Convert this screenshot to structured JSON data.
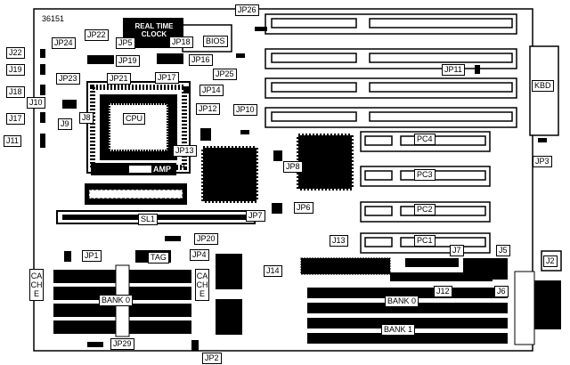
{
  "board_model": "36151",
  "labels": {
    "jp26": "JP26",
    "jp22": "JP22",
    "jp24": "JP24",
    "jp5": "JP5",
    "jp18": "JP18",
    "bios": "BIOS",
    "j22": "J22",
    "j19": "J19",
    "j18": "J18",
    "j10": "J10",
    "j17": "J17",
    "j11": "J11",
    "jp23": "JP23",
    "jp21": "JP21",
    "jp19": "JP19",
    "jp17": "JP17",
    "jp16": "JP16",
    "jp25": "JP25",
    "jp14": "JP14",
    "j8": "J8",
    "j9": "J9",
    "cpu": "CPU",
    "jp12": "JP12",
    "jp10": "JP10",
    "jp13": "JP13",
    "amp": "AMP",
    "sl1": "SL1",
    "jp8": "JP8",
    "jp7": "JP7",
    "jp6": "JP6",
    "pc4": "PC4",
    "pc3": "PC3",
    "pc2": "PC2",
    "pc1": "PC1",
    "jp11": "JP11",
    "kbd": "KBD",
    "jp3": "JP3",
    "jp1": "JP1",
    "jp20": "JP20",
    "tag": "TAG",
    "jp4": "JP4",
    "bank0_left": "BANK 0",
    "cache": "CACHE",
    "j13": "J13",
    "j14": "J14",
    "j7": "J7",
    "j5": "J5",
    "j2": "J2",
    "j12": "J12",
    "j6": "J6",
    "bank0_right": "BANK 0",
    "bank1": "BANK 1",
    "jp29": "JP29",
    "jp2": "JP2"
  },
  "real_time_clock": {
    "line1": "REAL TIME",
    "line2": "CLOCK"
  }
}
